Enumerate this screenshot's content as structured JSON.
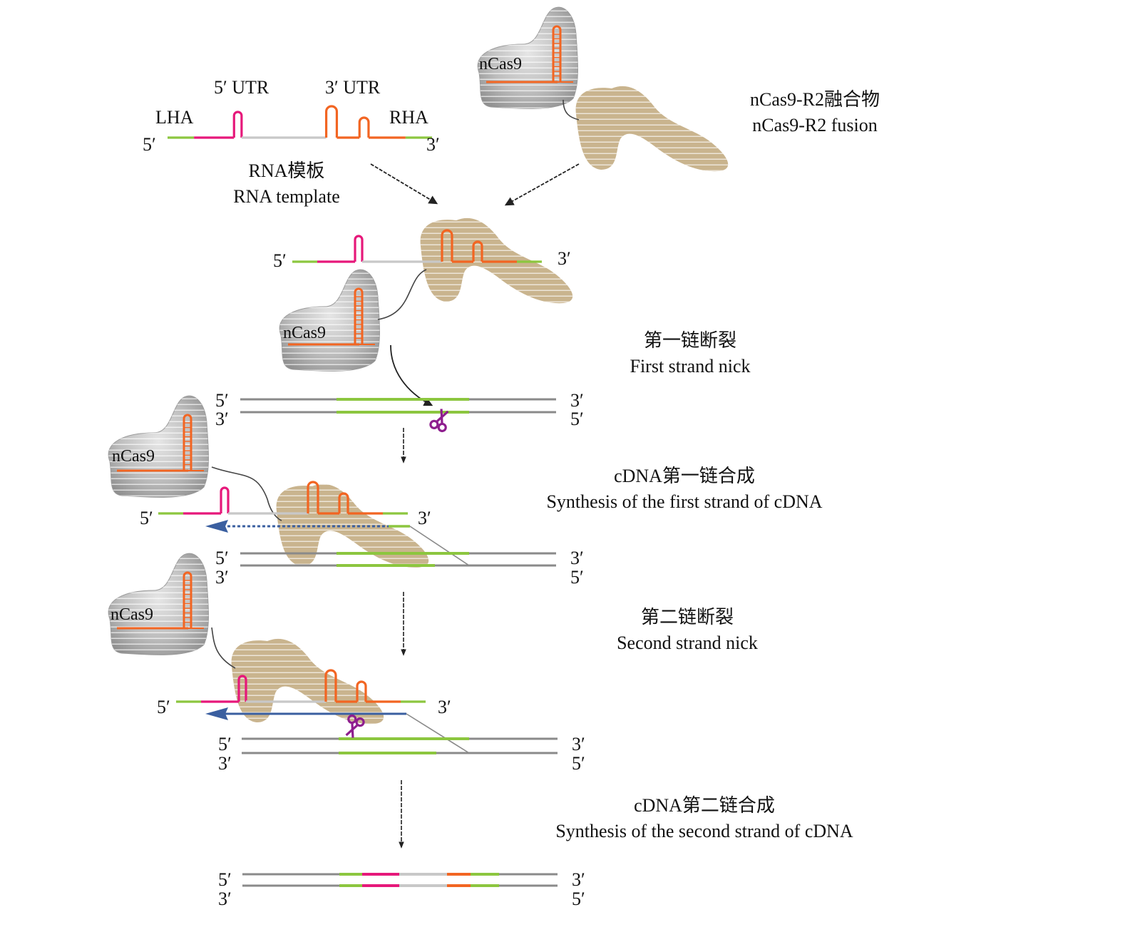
{
  "title": "nCas9-R2 mediated gene insertion workflow",
  "colors": {
    "homology_arm": "#8cc63f",
    "utr5": "#e6187a",
    "cargo": "#c8c8c8",
    "utr3": "#f26522",
    "dna_backbone": "#8a8a8a",
    "cdna_new": "#3a5fa0",
    "nuclease": "#8e1e8e",
    "ncas9_fill": "#b4b4b4",
    "r2_fill": "#c9b48e",
    "arrow": "#222222"
  },
  "labels": {
    "lha": "LHA",
    "rha": "RHA",
    "utr5": "5′ UTR",
    "utr3": "3′ UTR",
    "five_prime": "5′",
    "three_prime": "3′",
    "ncas9": "nCas9"
  },
  "template_caption": {
    "zh": "RNA模板",
    "en": "RNA template"
  },
  "fusion_caption": {
    "zh": "nCas9-R2融合物",
    "en": "nCas9-R2 fusion"
  },
  "steps": [
    {
      "zh": "第一链断裂",
      "en": "First strand nick"
    },
    {
      "zh": "cDNA第一链合成",
      "en": "Synthesis of the first strand of cDNA"
    },
    {
      "zh": "第二链断裂",
      "en": "Second strand nick"
    },
    {
      "zh": "cDNA第二链合成",
      "en": "Synthesis of the second strand of cDNA"
    }
  ]
}
